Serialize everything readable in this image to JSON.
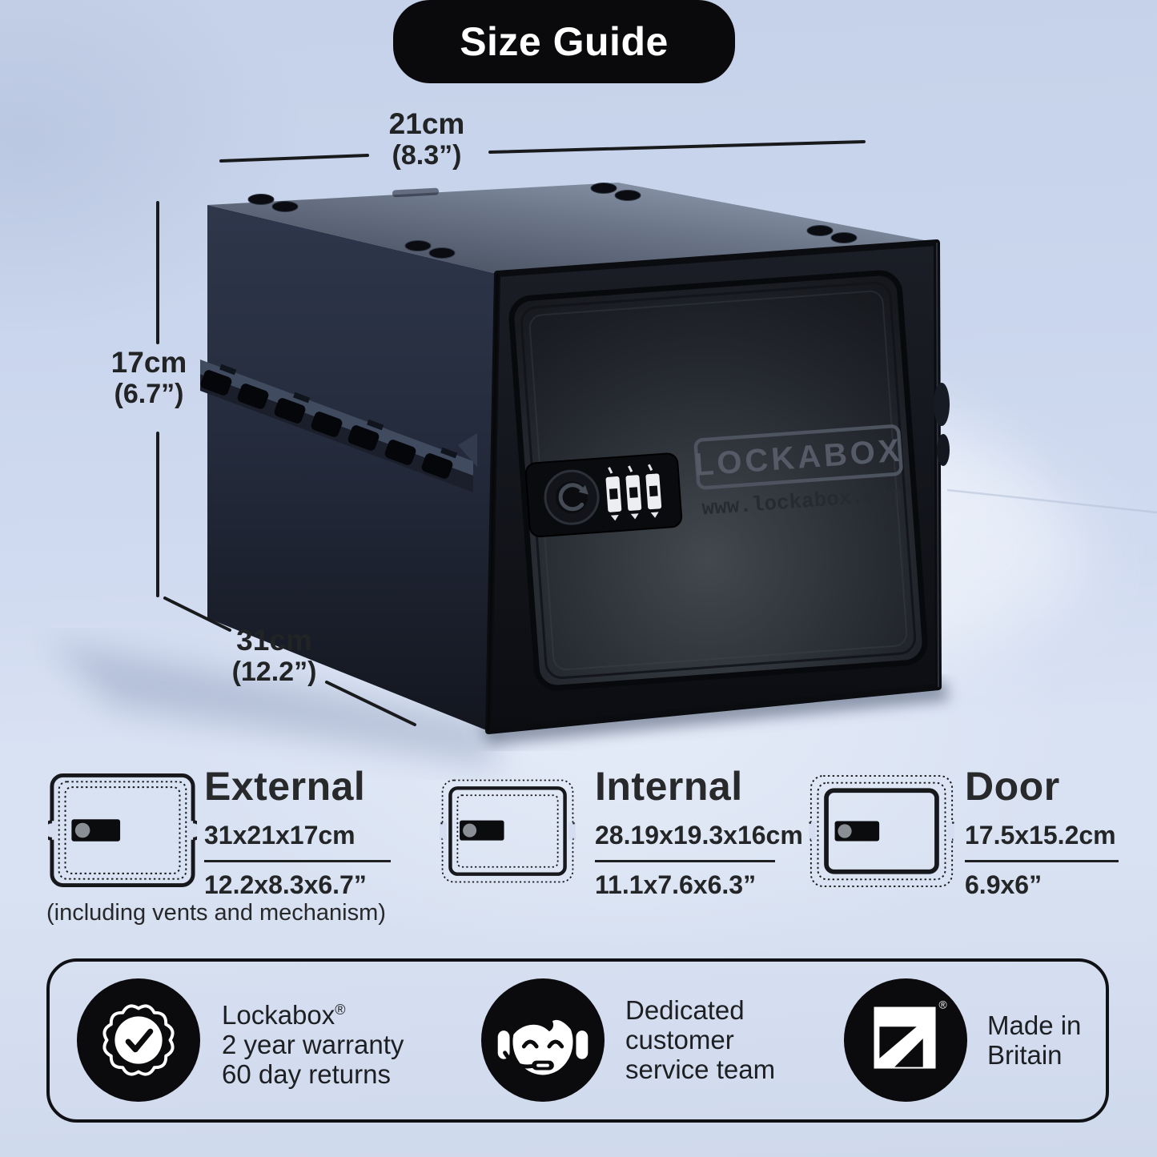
{
  "header": {
    "title": "Size Guide"
  },
  "dimensions": {
    "width_cm": "21cm",
    "width_in": "(8.3”)",
    "height_cm": "17cm",
    "height_in": "(6.7”)",
    "depth_cm": "31cm",
    "depth_in": "(12.2”)"
  },
  "product": {
    "brand": "LOCKABOX",
    "website": "www.lockabox.com"
  },
  "specs": [
    {
      "label": "External",
      "metric": "31x21x17cm",
      "imperial": "12.2x8.3x6.7”",
      "note": "(including vents and mechanism)"
    },
    {
      "label": "Internal",
      "metric": "28.19x19.3x16cm",
      "imperial": "11.1x7.6x6.3”"
    },
    {
      "label": "Door",
      "metric": "17.5x15.2cm",
      "imperial": "6.9x6”"
    }
  ],
  "features": [
    {
      "title": "Lockabox",
      "title_mark": "®",
      "line2": "2 year warranty",
      "line3": "60 day returns"
    },
    {
      "line1": "Dedicated",
      "line2": "customer",
      "line3": "service team"
    },
    {
      "line1": "Made in",
      "line2": "Britain",
      "logo_mark": "®"
    }
  ],
  "colors": {
    "accent_black": "#0b0b0d",
    "text_dark": "#222426",
    "background_top": "#c7d3e9",
    "background_floor": "#d8e1f1"
  }
}
